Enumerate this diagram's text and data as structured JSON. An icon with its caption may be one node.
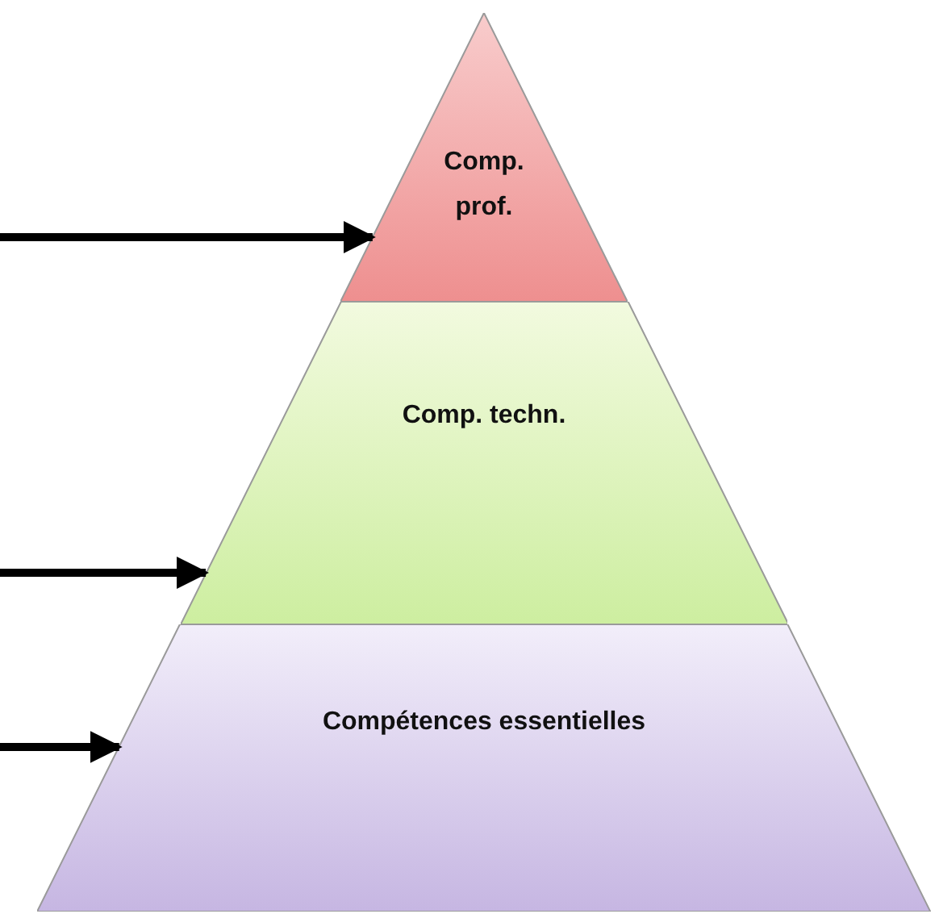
{
  "diagram": {
    "nodes": [
      {
        "text": [
          "Comp. prof."
        ]
      },
      {
        "text": [
          "Comp. techn."
        ]
      },
      {
        "text": [
          "Compétences essentielles"
        ]
      }
    ],
    "edges": [
      {
        "from": null,
        "to": 0,
        "arrow": "to"
      },
      {
        "from": null,
        "to": 1,
        "arrow": "to"
      },
      {
        "from": null,
        "to": 2,
        "arrow": "to"
      }
    ]
  }
}
